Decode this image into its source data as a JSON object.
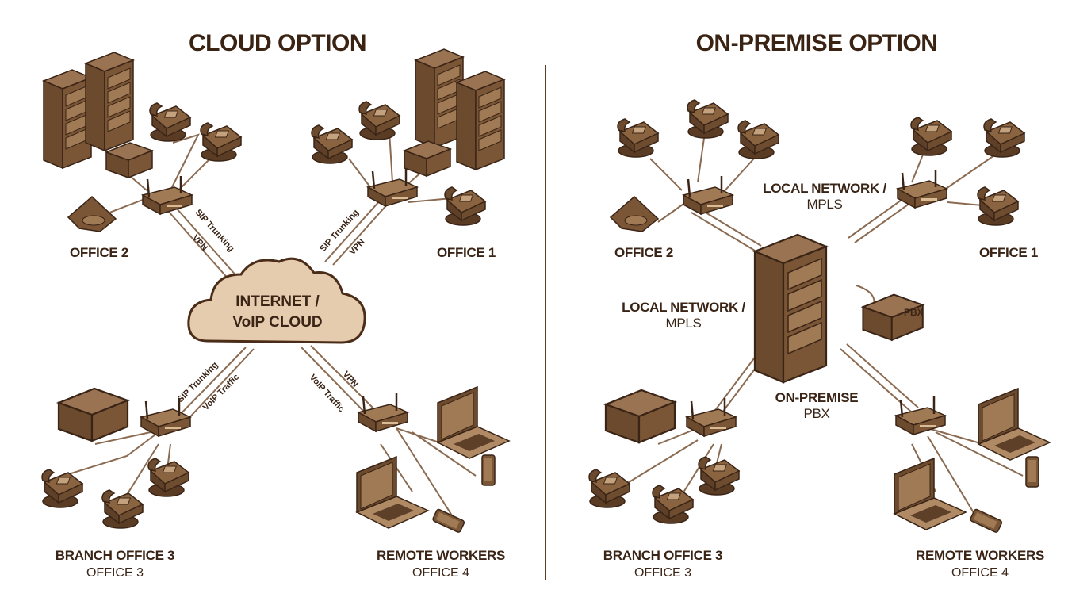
{
  "panels": [
    {
      "id": "cloud",
      "title": "CLOUD OPTION",
      "hub": {
        "type": "cloud",
        "label_line1": "INTERNET /",
        "label_line2": "VoIP CLOUD"
      },
      "sites": [
        {
          "name": "OFFICE 2",
          "sub": ""
        },
        {
          "name": "OFFICE 1",
          "sub": ""
        },
        {
          "name": "BRANCH OFFICE 3",
          "sub": "OFFICE 3"
        },
        {
          "name": "REMOTE WORKERS",
          "sub": "OFFICE 4"
        }
      ],
      "links": [
        {
          "from": "OFFICE 2",
          "labels": [
            "SIP Trunking",
            "VPN"
          ]
        },
        {
          "from": "OFFICE 1",
          "labels": [
            "SIP Trunking",
            "VPN"
          ]
        },
        {
          "from": "BRANCH OFFICE 3",
          "labels": [
            "SIP Trunking",
            "VoIP Traffic"
          ]
        },
        {
          "from": "REMOTE WORKERS",
          "labels": [
            "VPN",
            "VoIP Traffic"
          ]
        }
      ]
    },
    {
      "id": "onprem",
      "title": "ON-PREMISE OPTION",
      "hub": {
        "type": "pbx",
        "label_line1": "ON-PREMISE",
        "label_line2": "PBX",
        "device_mark": "PBX"
      },
      "network_labels": [
        {
          "line1": "LOCAL NETWORK /",
          "line2": "MPLS"
        },
        {
          "line1": "LOCAL NETWORK /",
          "line2": "MPLS"
        }
      ],
      "sites": [
        {
          "name": "OFFICE 2",
          "sub": ""
        },
        {
          "name": "OFFICE 1",
          "sub": ""
        },
        {
          "name": "BRANCH OFFICE 3",
          "sub": "OFFICE 3"
        },
        {
          "name": "REMOTE WORKERS",
          "sub": "OFFICE 4"
        }
      ]
    }
  ],
  "colors": {
    "device": "#7a5636",
    "device_dark": "#4a3020",
    "device_light": "#a07a55",
    "cloud": "#e6ccae",
    "line": "#8a6a50",
    "text": "#3a2416"
  }
}
